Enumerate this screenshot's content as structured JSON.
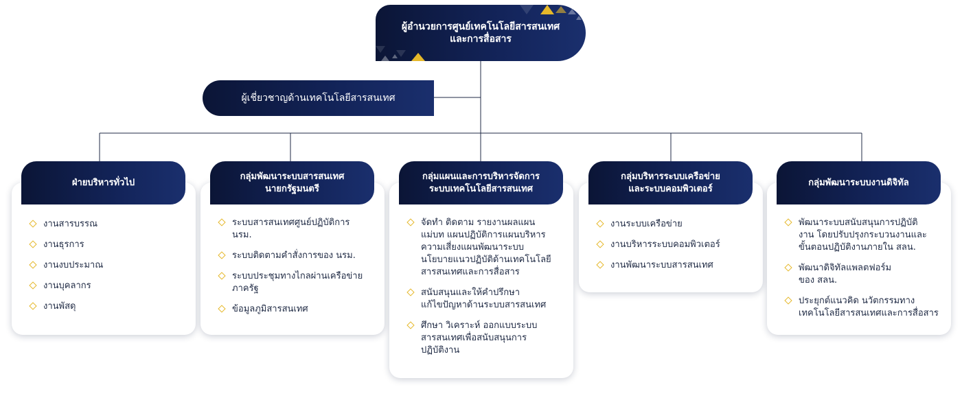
{
  "director": {
    "line1": "ผู้อำนวยการศูนย์เทคโนโลยีสารสนเทศ",
    "line2": "และการสื่อสาร"
  },
  "expert": {
    "label": "ผู้เชี่ยวชาญด้านเทคโนโลยีสารสนเทศ"
  },
  "groups": [
    {
      "title": [
        "ฝ่ายบริหารทั่วไป"
      ],
      "items": [
        [
          "งานสารบรรณ"
        ],
        [
          "งานธุรการ"
        ],
        [
          "งานงบประมาณ"
        ],
        [
          "งานบุคลากร"
        ],
        [
          "งานพัสดุ"
        ]
      ]
    },
    {
      "title": [
        "กลุ่มพัฒนาระบบสารสนเทศ",
        "นายกรัฐมนตรี"
      ],
      "items": [
        [
          "ระบบสารสนเทศศูนย์ปฏิบัติการ",
          "นรม."
        ],
        [
          "ระบบติดตามคำสั่งการของ นรม."
        ],
        [
          "ระบบประชุมทางไกลผ่านเครือข่าย",
          "ภาครัฐ"
        ],
        [
          "ข้อมูลภูมิสารสนเทศ"
        ]
      ]
    },
    {
      "title": [
        "กลุ่มแผนและการบริหารจัดการ",
        "ระบบเทคโนโลยีสารสนเทศ"
      ],
      "items": [
        [
          "จัดทำ ติดตาม รายงานผลแผน",
          "แม่บท แผนปฏิบัติการแผนบริหาร",
          "ความเสี่ยงแผนพัฒนาระบบ",
          "นโยบายแนวปฏิบัติด้านเทคโนโลยี",
          "สารสนเทศและการสื่อสาร"
        ],
        [
          "สนับสนุนและให้คำปรึกษา",
          "แก้ไขปัญหาด้านระบบสารสนเทศ"
        ],
        [
          "ศึกษา วิเคราะห์ ออกแบบระบบ",
          "สารสนเทศเพื่อสนับสนุนการ",
          "ปฏิบัติงาน"
        ]
      ]
    },
    {
      "title": [
        "กลุ่มบริหารระบบเครือข่าย",
        "และระบบคอมพิวเตอร์"
      ],
      "items": [
        [
          "งานระบบเครือข่าย"
        ],
        [
          "งานบริหารระบบคอมพิวเตอร์"
        ],
        [
          "งานพัฒนาระบบสารสนเทศ"
        ]
      ]
    },
    {
      "title": [
        "กลุ่มพัฒนาระบบงานดิจิทัล"
      ],
      "items": [
        [
          "พัฒนาระบบสนับสนุนการปฏิบัติ",
          "งาน โดยปรับปรุงกระบวนงานและ",
          "ขั้นตอนปฏิบัติงานภายใน สลน."
        ],
        [
          "พัฒนาดิจิทัลแพลตฟอร์ม",
          "ของ สลน."
        ],
        [
          "ประยุกต์แนวคิด นวัตกรรมทาง",
          "เทคโนโลยีสารสนเทศและการสื่อสาร"
        ]
      ]
    }
  ],
  "colors": {
    "navy": "#0b1536",
    "accent_gold": "#e5b82a",
    "connector": "#1f2a44"
  }
}
